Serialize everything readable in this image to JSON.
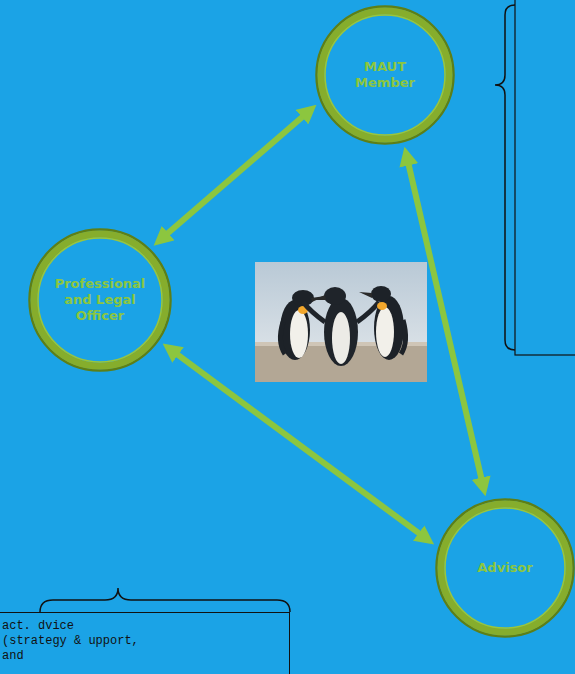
{
  "diagram": {
    "nodes": [
      {
        "text": [
          "MAUT Member"
        ]
      },
      {
        "text": [
          "Professional and Legal Officer"
        ]
      },
      {
        "text": [
          "Advisor"
        ]
      },
      {
        "text": [
          "act. dvice (strategy & upport, and"
        ]
      }
    ],
    "edges": [
      {
        "from": 0,
        "to": 1,
        "arrow": "both"
      },
      {
        "from": 0,
        "to": 2,
        "arrow": "both"
      },
      {
        "from": 1,
        "to": 2,
        "arrow": "both"
      }
    ]
  }
}
